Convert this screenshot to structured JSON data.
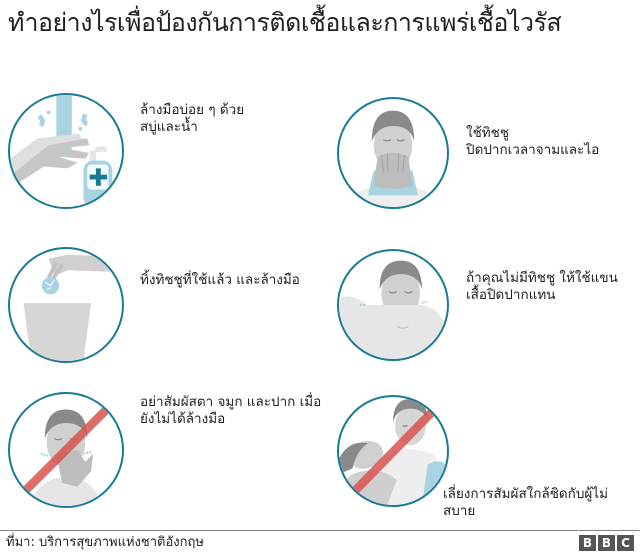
{
  "title": "ทำอย่างไรเพื่อป้องกันการติดเชื้อและการแพร่เชื้อไวรัส",
  "tips": [
    {
      "id": "wash-hands",
      "lines": [
        "ล้างมือบ่อย ๆ ด้วย",
        "สบู่และน้ำ"
      ],
      "icon": "handwashing-icon",
      "prohibited": false
    },
    {
      "id": "tissue-cover",
      "lines": [
        "ใช้ทิชชู",
        "ปิดปากเวลาจามและไอ"
      ],
      "icon": "tissue-sneeze-icon",
      "prohibited": false
    },
    {
      "id": "bin-tissue",
      "lines": [
        "ทิ้งทิชชูที่ใช้แล้ว และล้างมือ"
      ],
      "icon": "tissue-bin-icon",
      "prohibited": false
    },
    {
      "id": "elbow-cover",
      "lines": [
        "ถ้าคุณไม่มีทิชชู ให้ใช้แขน",
        "เสื้อปิดปากแทน"
      ],
      "icon": "elbow-cough-icon",
      "prohibited": false
    },
    {
      "id": "no-touch-face",
      "lines": [
        "อย่าสัมผัสตา จมูก และปาก เมื่อ",
        "ยังไม่ได้ล้างมือ"
      ],
      "icon": "no-touch-face-icon",
      "prohibited": true
    },
    {
      "id": "avoid-contact",
      "lines": [
        "เลี่ยงการสัมผัสใกล้ชิดกับผู้ไม่",
        "สบาย"
      ],
      "icon": "avoid-contact-icon",
      "prohibited": true
    }
  ],
  "footer": {
    "source": "ที่มา: บริการสุขภาพแห่งชาติอังกฤษ",
    "logo": [
      "B",
      "B",
      "C"
    ]
  },
  "colors": {
    "circle_border": "#1a7a94",
    "accent_blue": "#a8d3e0",
    "prohibited_red": "#d9534f",
    "figure_gray": "#c8c8c8",
    "hair_gray": "#8a8a8a"
  }
}
